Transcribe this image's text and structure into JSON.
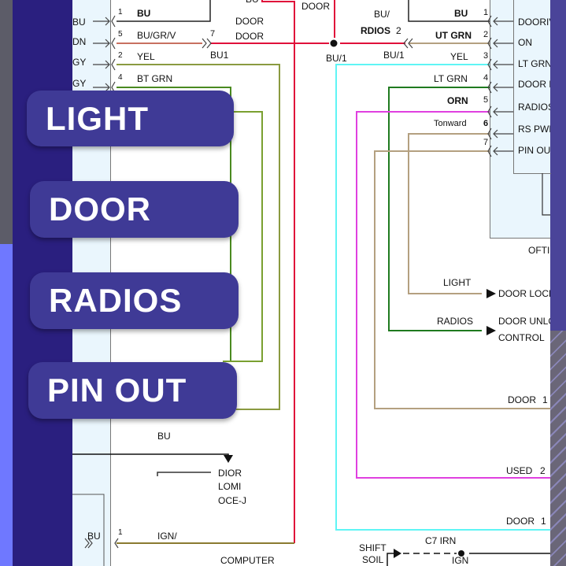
{
  "colors": {
    "navy": "#2a1f7f",
    "pill": "#3f3a96",
    "red": "#e0103a",
    "cyan": "#5ff5f5",
    "magenta": "#e040e0",
    "green": "#1f7a1f",
    "tan": "#b4a080",
    "olive": "#7a9a30",
    "brown": "#c87060"
  },
  "buttons": [
    {
      "label": "LIGHT"
    },
    {
      "label": "DOOR"
    },
    {
      "label": "RADIOS"
    },
    {
      "label": "PIN OUT"
    }
  ],
  "left_connector": {
    "labels": [
      "BU",
      "DN",
      "GY",
      "GY"
    ],
    "pins": [
      "1",
      "5",
      "2",
      "4"
    ],
    "wires": [
      "BU",
      "BU/GR/V",
      "YEL",
      "BT GRN"
    ]
  },
  "top": {
    "bu_top": "BU",
    "door_top": "DOOR",
    "door1": "DOOR",
    "door2": "DOOR",
    "pin7": "7",
    "bu1": "BU1",
    "junction": "BU/1",
    "bu_slash": "BU/",
    "rdios": "RDIOS",
    "rdios_pin": "2",
    "bu1_right": "BU/1"
  },
  "right_connector": {
    "wires": [
      "BU",
      "UT GRN",
      "YEL",
      "LT GRN",
      "ORN",
      "Tonward",
      ""
    ],
    "pins": [
      "1",
      "2",
      "3",
      "4",
      "5",
      "6",
      "7"
    ],
    "labels": [
      "DOORIV",
      "ON",
      "LT GRN",
      "DOOR L",
      "RADIOS",
      "RS PWM",
      "PIN OUT"
    ],
    "name": "OFTI"
  },
  "right_outputs": {
    "light": "LIGHT",
    "door_lock": "DOOR LOCK",
    "radios": "RADIOS",
    "door_unlock": "DOOR UNLO",
    "control": "CONTROL",
    "door_1": "DOOR",
    "door_1_pin": "1",
    "used": "USED",
    "used_pin": "2",
    "door_2": "DOOR",
    "door_2_pin": "1"
  },
  "bottom_left": {
    "bu": "BU",
    "dior": "DIOR",
    "lomi": "LOMI",
    "ocej": "OCE-J",
    "bu2": "BU",
    "pin1": "1",
    "ign": "IGN/",
    "computer": "COMPUTER"
  },
  "bottom_right": {
    "shift": "SHIFT",
    "soil": "SOIL",
    "c7irn": "C7 IRN",
    "ign": "IGN"
  }
}
